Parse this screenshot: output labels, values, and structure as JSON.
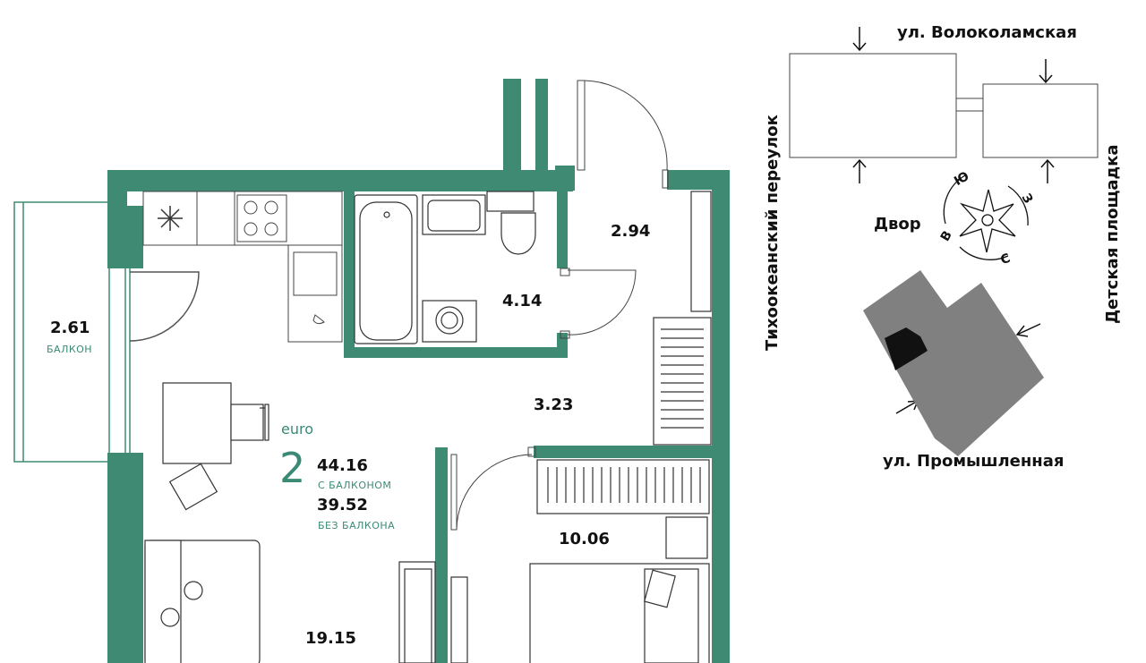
{
  "colors": {
    "wall": "#3e8a72",
    "building": "#808080",
    "ink": "#111111",
    "accent": "#3a8a76"
  },
  "apartment": {
    "class_label": "euro",
    "rooms": "2",
    "area_with_balcony": "44.16",
    "with_balcony_label": "С БАЛКОНОМ",
    "area_without_balcony": "39.52",
    "without_balcony_label": "БЕЗ БАЛКОНА"
  },
  "rooms": {
    "balcony_area": "2.61",
    "balcony_label": "БАЛКОН",
    "hall_area": "2.94",
    "bathroom_area": "4.14",
    "corridor_area": "3.23",
    "bedroom_area": "10.06",
    "living_area": "19.15"
  },
  "site": {
    "street_top": "ул. Волоколамская",
    "street_left": "Тихоокеанский переулок",
    "playground_right": "Детская площадка",
    "yard": "Двор",
    "street_bottom": "ул. Промышленная",
    "compass": {
      "north": "С",
      "south": "Ю",
      "east": "В",
      "west": "З"
    }
  }
}
